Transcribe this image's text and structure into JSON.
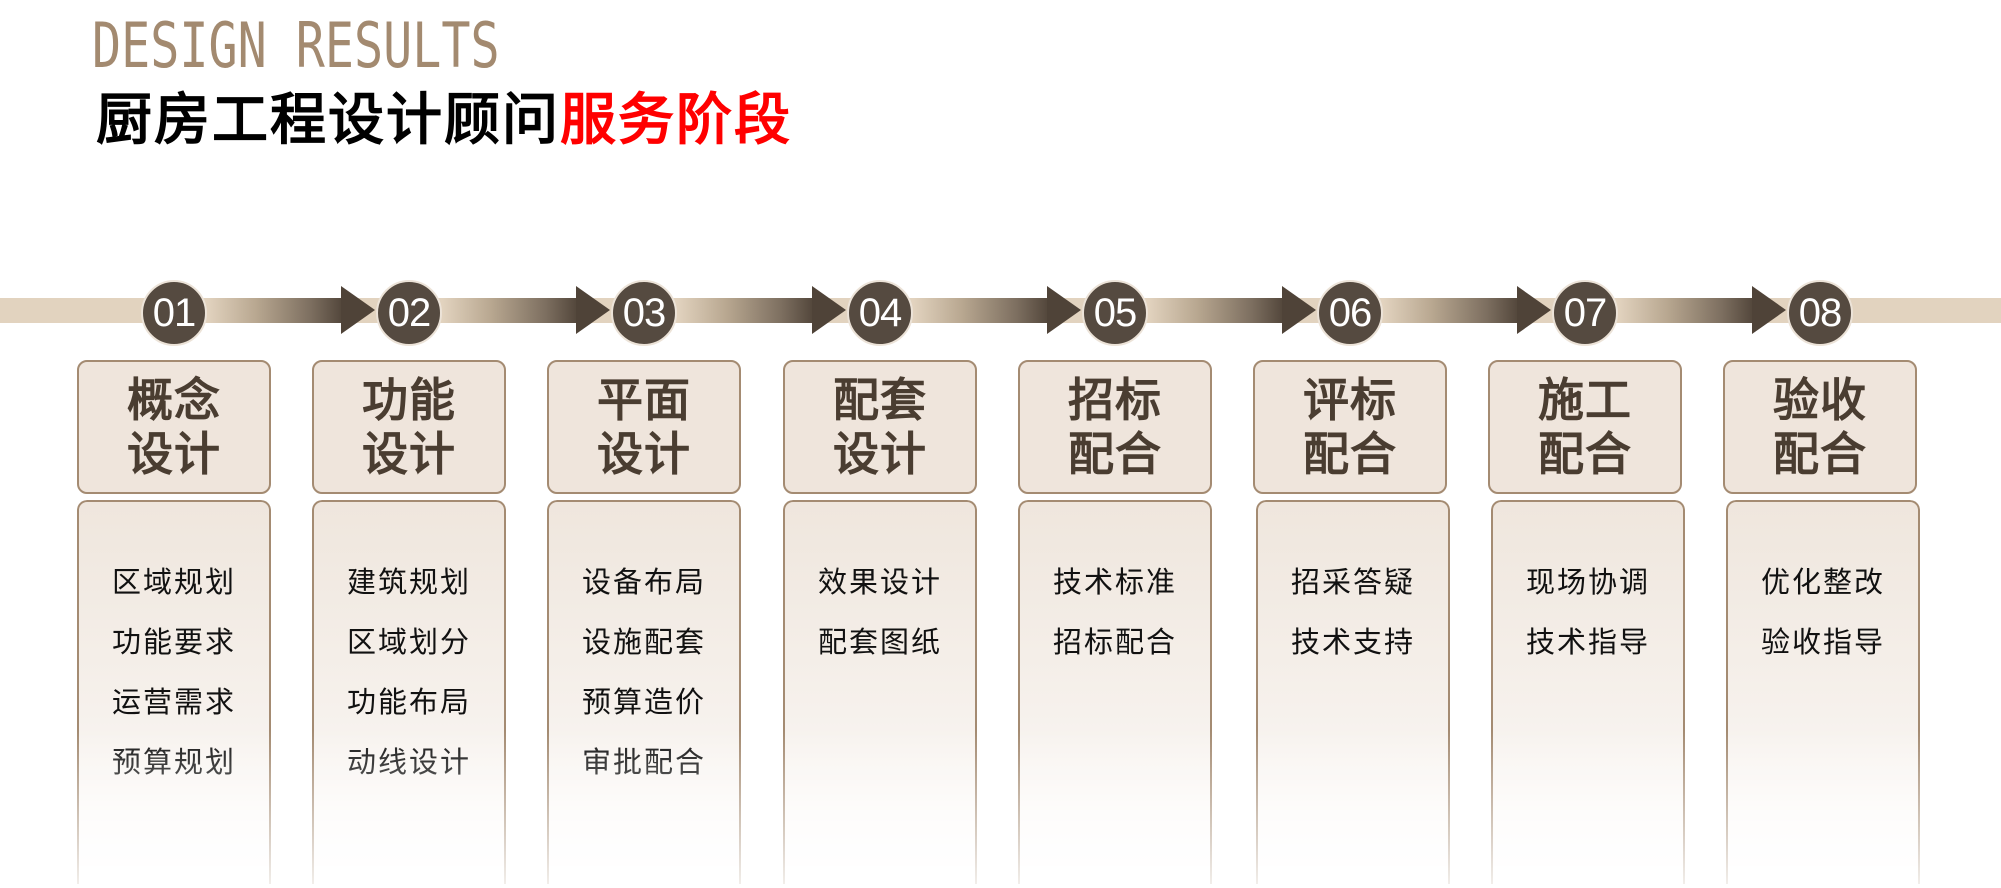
{
  "header": {
    "subtitle_en": "DESIGN RESULTS",
    "title_black": "厨房工程设计顾问",
    "title_red": "服务阶段"
  },
  "colors": {
    "subtitle": "#a38a70",
    "title": "#000000",
    "title_accent": "#ff0000",
    "band": "#e2d3bf",
    "node": "#554a40",
    "box_border": "#a48b72",
    "box_fill": "#efe5dc",
    "stage_text": "#4a3d31"
  },
  "stages": [
    {
      "number": "01",
      "line1": "概念",
      "line2": "设计",
      "items": [
        "区域规划",
        "功能要求",
        "运营需求",
        "预算规划"
      ]
    },
    {
      "number": "02",
      "line1": "功能",
      "line2": "设计",
      "items": [
        "建筑规划",
        "区域划分",
        "功能布局",
        "动线设计"
      ]
    },
    {
      "number": "03",
      "line1": "平面",
      "line2": "设计",
      "items": [
        "设备布局",
        "设施配套",
        "预算造价",
        "审批配合"
      ]
    },
    {
      "number": "04",
      "line1": "配套",
      "line2": "设计",
      "items": [
        "效果设计",
        "配套图纸"
      ]
    },
    {
      "number": "05",
      "line1": "招标",
      "line2": "配合",
      "items": [
        "技术标准",
        "招标配合"
      ]
    },
    {
      "number": "06",
      "line1": "评标",
      "line2": "配合",
      "items": [
        "招采答疑",
        "技术支持"
      ]
    },
    {
      "number": "07",
      "line1": "施工",
      "line2": "配合",
      "items": [
        "现场协调",
        "技术指导"
      ]
    },
    {
      "number": "08",
      "line1": "验收",
      "line2": "配合",
      "items": [
        "优化整改",
        "验收指导"
      ]
    }
  ]
}
